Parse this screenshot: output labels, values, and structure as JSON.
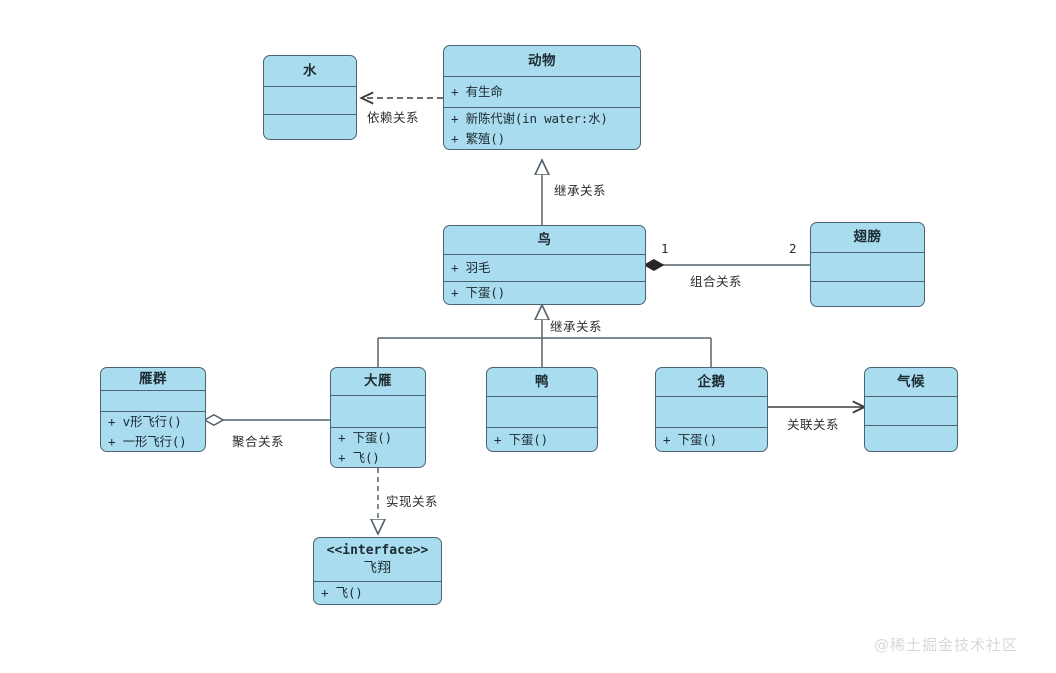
{
  "diagram": {
    "type": "uml-class-diagram",
    "background": "#ffffff",
    "fill_color": "#a9dcee",
    "stroke_color": "#4a6472",
    "text_color": "#1d2b33",
    "watermark": "@稀土掘金技术社区"
  },
  "classes": {
    "water": {
      "name": "水",
      "attributes": [],
      "methods": []
    },
    "animal": {
      "name": "动物",
      "attributes": [
        "+ 有生命"
      ],
      "methods": [
        "+ 新陈代谢(in water:水)",
        "+ 繁殖()"
      ]
    },
    "bird": {
      "name": "鸟",
      "attributes": [
        "+ 羽毛"
      ],
      "methods": [
        "+ 下蛋()"
      ]
    },
    "wing": {
      "name": "翅膀",
      "attributes": [],
      "methods": []
    },
    "flock": {
      "name": "雁群",
      "attributes": [],
      "methods": [
        "+ v形飞行()",
        "+ 一形飞行()"
      ]
    },
    "wildgoose": {
      "name": "大雁",
      "attributes": [],
      "methods": [
        "+ 下蛋()",
        "+ 飞()"
      ]
    },
    "duck": {
      "name": "鸭",
      "attributes": [],
      "methods": [
        "+ 下蛋()"
      ]
    },
    "penguin": {
      "name": "企鹅",
      "attributes": [],
      "methods": [
        "+ 下蛋()"
      ]
    },
    "climate": {
      "name": "气候",
      "attributes": [],
      "methods": []
    },
    "flyable": {
      "stereotype": "<<interface>>",
      "name": "飞翔",
      "attributes": [],
      "methods": [
        "+ 飞()"
      ]
    }
  },
  "relations": {
    "dependency": {
      "label": "依赖关系",
      "from": "动物",
      "to": "水",
      "style": "dashed-open-arrow"
    },
    "inheritance_bird_animal": {
      "label": "继承关系",
      "from": "鸟",
      "to": "动物",
      "style": "solid-hollow-triangle"
    },
    "composition": {
      "label": "组合关系",
      "from": "翅膀",
      "to": "鸟",
      "style": "solid-filled-diamond",
      "source_multiplicity": "2",
      "target_multiplicity": "1"
    },
    "inheritance_children_bird": {
      "label": "继承关系",
      "from": [
        "大雁",
        "鸭",
        "企鹅"
      ],
      "to": "鸟",
      "style": "solid-hollow-triangle"
    },
    "aggregation": {
      "label": "聚合关系",
      "from": "大雁",
      "to": "雁群",
      "style": "solid-hollow-diamond"
    },
    "association": {
      "label": "关联关系",
      "from": "企鹅",
      "to": "气候",
      "style": "solid-open-arrow"
    },
    "realization": {
      "label": "实现关系",
      "from": "大雁",
      "to": "飞翔",
      "style": "dashed-hollow-triangle"
    }
  }
}
